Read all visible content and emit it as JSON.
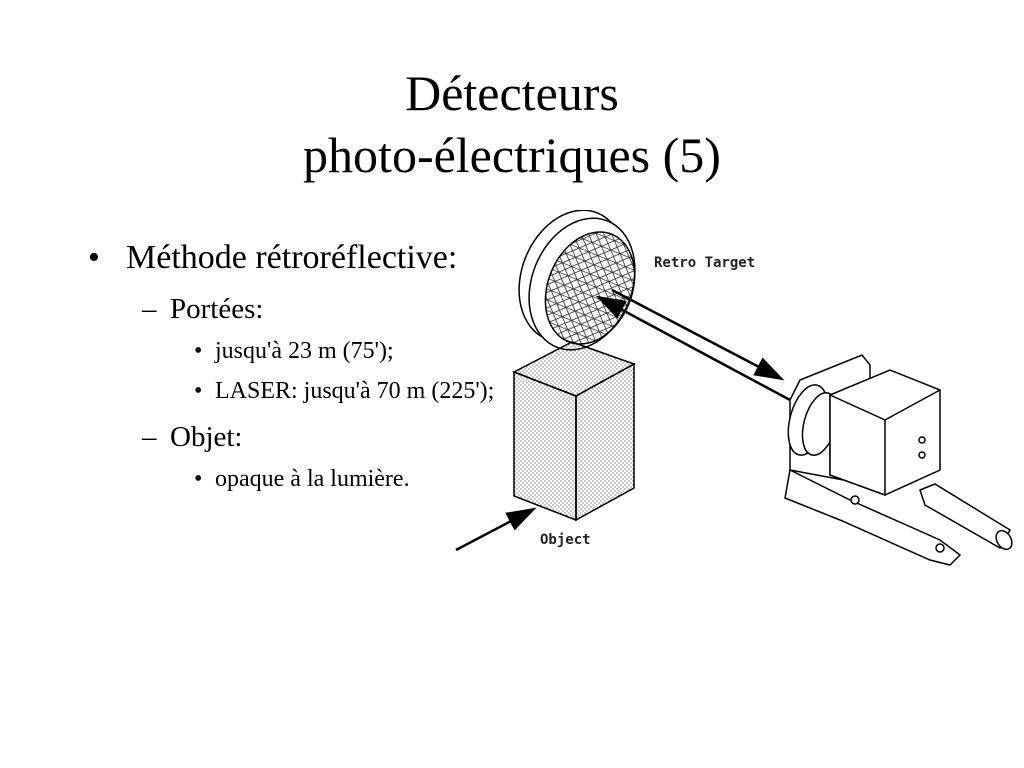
{
  "title": {
    "line1": "Détecteurs",
    "line2": "photo-électriques (5)"
  },
  "bullets": {
    "method": "Méthode rétroréflective:",
    "ranges_heading": "Portées:",
    "range_standard": "jusqu'à 23 m (75');",
    "range_laser": "LASER: jusqu'à 70 m (225');",
    "object_heading": "Objet:",
    "object_desc": "opaque à la lumière.",
    "bullet_glyph": "•",
    "dash_glyph": "–"
  },
  "diagram": {
    "label_target": "Retro Target",
    "label_object": "Object"
  }
}
